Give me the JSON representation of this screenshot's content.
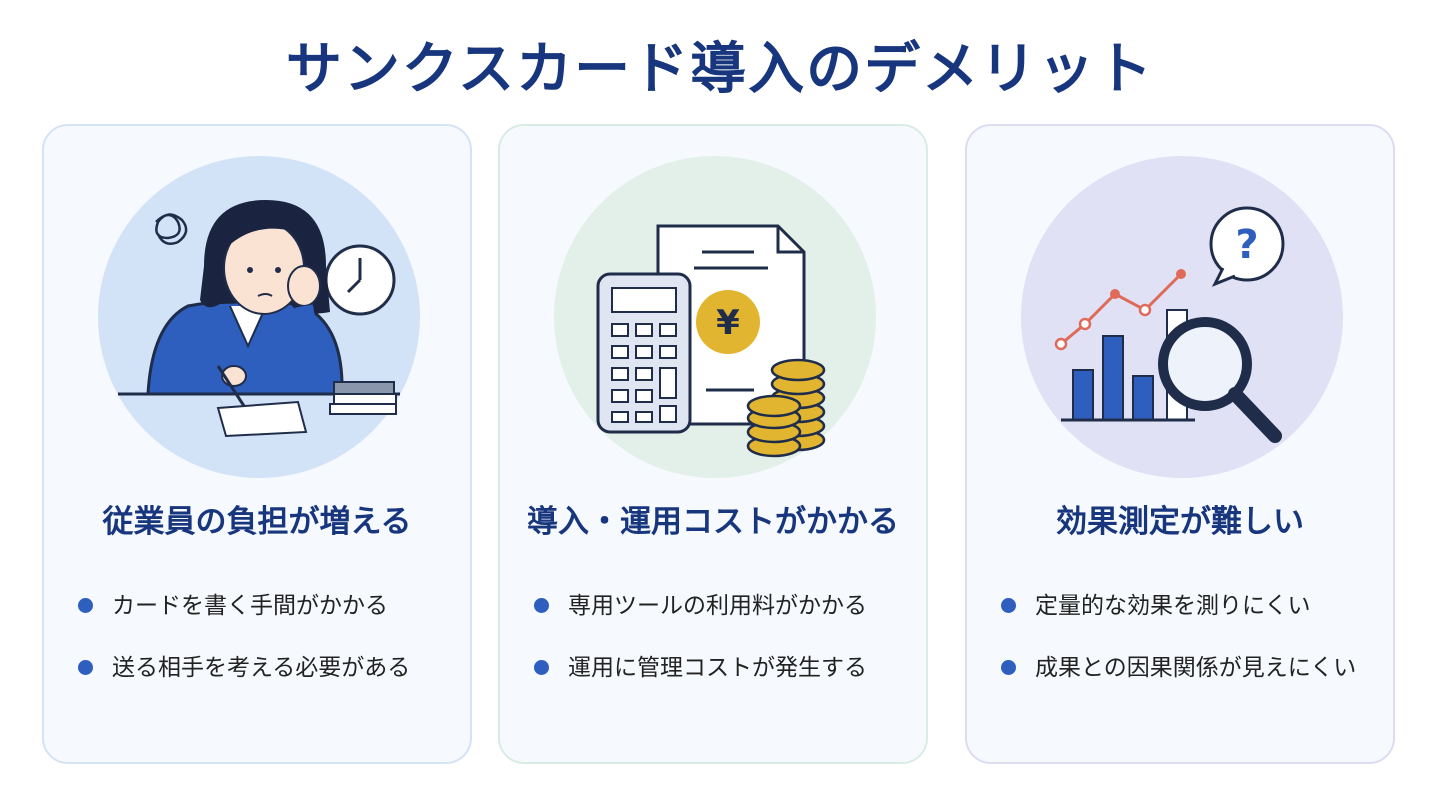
{
  "title": "サンクスカード導入のデメリット",
  "colors": {
    "title": "#17367e",
    "bullet": "#2e5fbe",
    "accent_gold": "#e2b531",
    "accent_red": "#e06a5a"
  },
  "cards": [
    {
      "icon": "stressed-employee-illustration",
      "heading": "従業員の負担が増える",
      "bullets": [
        "カードを書く手間がかかる",
        "送る相手を考える必要がある"
      ]
    },
    {
      "icon": "calculator-yen-coins-illustration",
      "heading": "導入・運用コストがかかる",
      "bullets": [
        "専用ツールの利用料がかかる",
        "運用に管理コストが発生する"
      ]
    },
    {
      "icon": "chart-magnifier-question-illustration",
      "heading": "効果測定が難しい",
      "bullets": [
        "定量的な効果を測りにくい",
        "成果との因果関係が見えにくい"
      ]
    }
  ],
  "illustration_text": {
    "yen": "¥",
    "question": "?"
  }
}
